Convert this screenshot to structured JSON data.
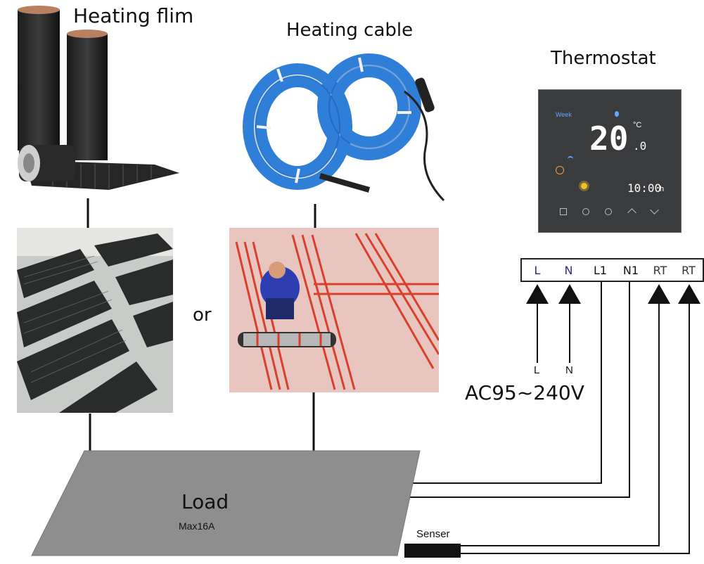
{
  "labels": {
    "heating_film": "Heating flim",
    "heating_cable": "Heating cable",
    "thermostat": "Thermostat",
    "or": "or",
    "load": "Load",
    "load_max": "Max16A",
    "sensor": "Senser",
    "voltage": "AC95~240V",
    "line_in": "L",
    "neutral_in": "N"
  },
  "terminals": [
    {
      "label": "L",
      "color": "#2d2a8a"
    },
    {
      "label": "N",
      "color": "#2d2a8a"
    },
    {
      "label": "L1",
      "color": "#111111"
    },
    {
      "label": "N1",
      "color": "#111111"
    },
    {
      "label": "RT",
      "color": "#333333"
    },
    {
      "label": "RT",
      "color": "#333333"
    }
  ],
  "thermostat_display": {
    "week": "Week",
    "temperature": "20",
    "decimal": ".0",
    "unit": "°C",
    "time": "10:00",
    "time_suffix": "h"
  },
  "colors": {
    "load_plate": "#8e8e8e",
    "cable_blue": "#2f7fd8",
    "heating_element_red": "#d9402b",
    "thermostat_body": "#3a3b3d"
  }
}
